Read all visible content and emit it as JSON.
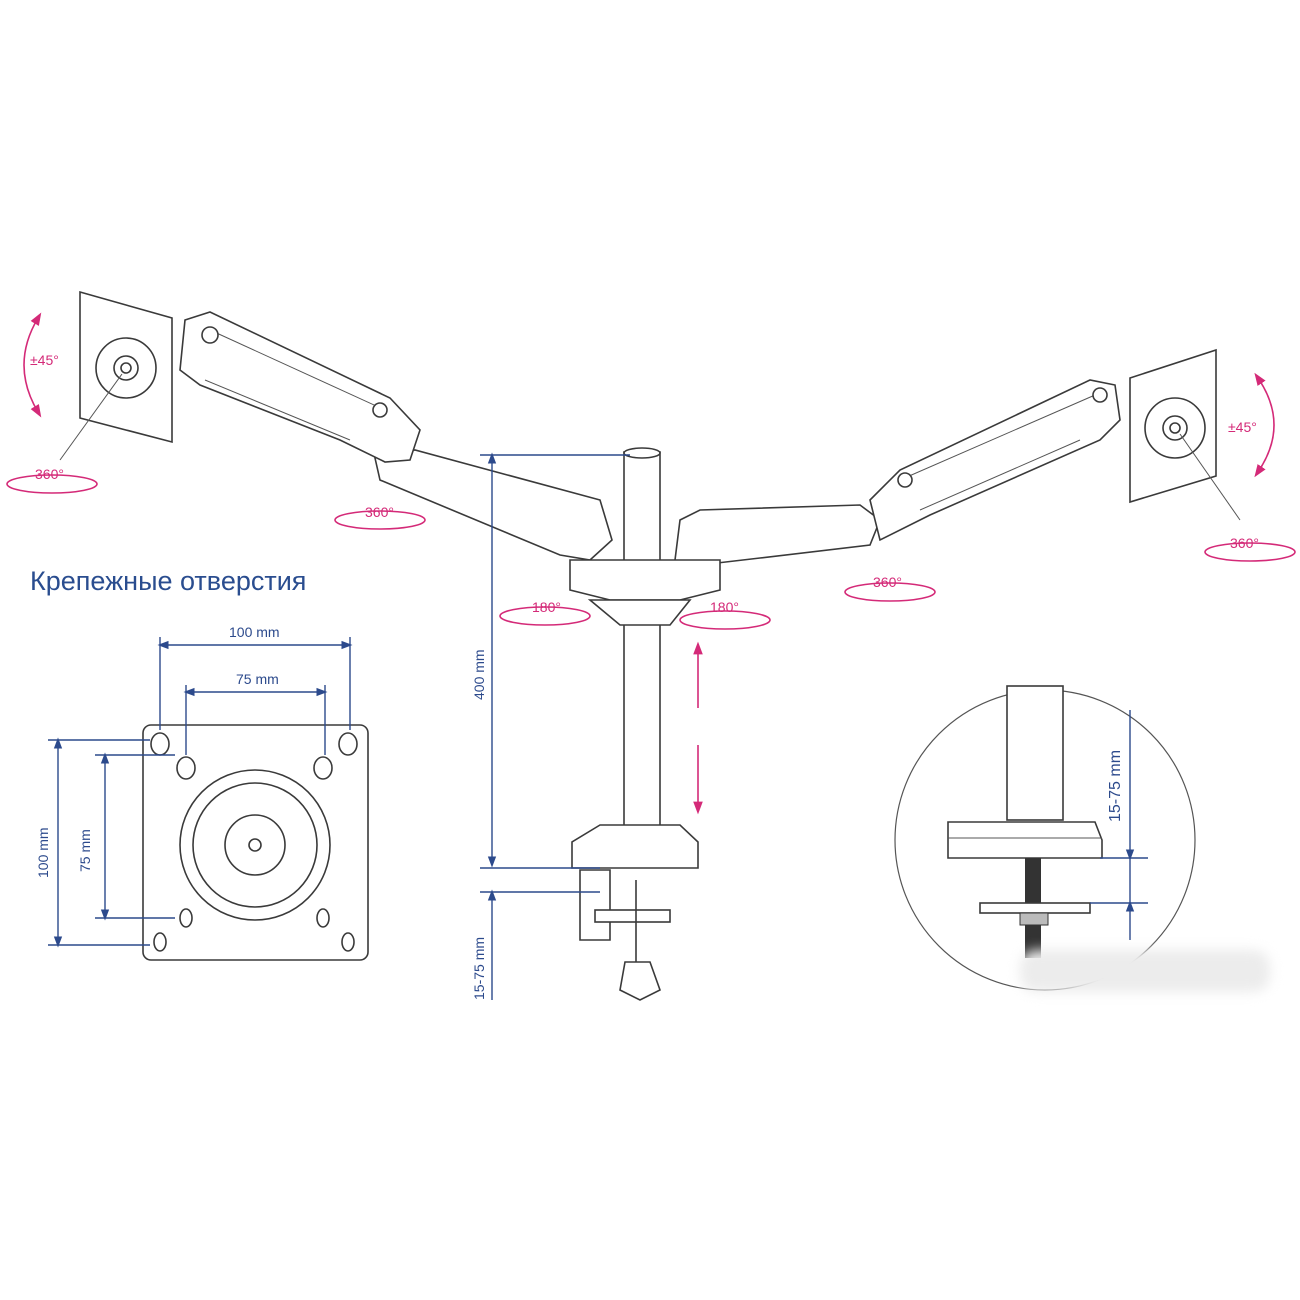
{
  "title": "Крепежные отверстия",
  "rotation_labels": {
    "left_tilt": "±45°",
    "left_swivel": "360°",
    "left_arm_joint": "360°",
    "left_base": "180°",
    "right_base": "180°",
    "right_arm_joint": "360°",
    "right_swivel": "360°",
    "right_tilt": "±45°"
  },
  "dimensions": {
    "vesa_width_100": "100 mm",
    "vesa_width_75": "75 mm",
    "vesa_height_100": "100 mm",
    "vesa_height_75": "75 mm",
    "pole_height": "400 mm",
    "clamp_range": "15-75 mm",
    "detail_clamp_range": "15-75 mm"
  },
  "colors": {
    "dimension": "#2c4a8c",
    "rotation": "#d42a78",
    "line": "#3a3a3a"
  }
}
